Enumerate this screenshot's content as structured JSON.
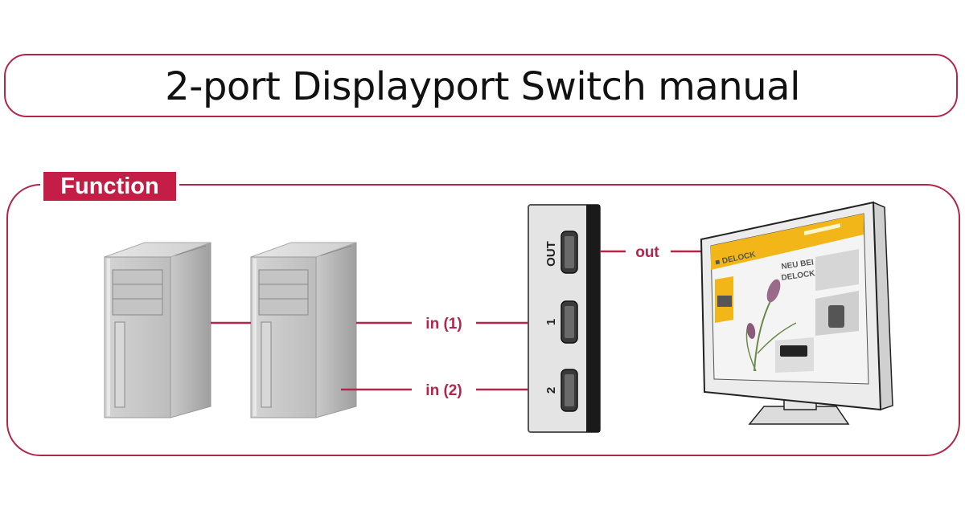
{
  "header": {
    "title": "2-port Displayport Switch manual"
  },
  "section": {
    "label": "Function"
  },
  "connections": {
    "in1_label": "in (1)",
    "in2_label": "in (2)",
    "out_label": "out"
  },
  "switch": {
    "ports": [
      {
        "label": "OUT"
      },
      {
        "label": "1"
      },
      {
        "label": "2"
      }
    ]
  },
  "monitor": {
    "screen_headline_line1": "NEU BEI",
    "screen_headline_line2": "DELOCK"
  },
  "colors": {
    "accent": "#b2264a",
    "tab_fill": "#c41e46",
    "screen_banner": "#f2b619"
  }
}
